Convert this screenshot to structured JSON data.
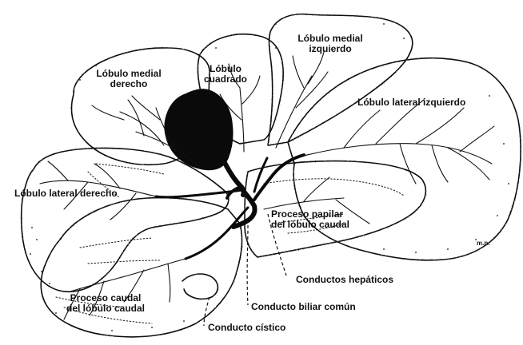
{
  "labels": {
    "medial_derecho": [
      "Lóbulo medial",
      "derecho"
    ],
    "cuadrado": [
      "Lóbulo",
      "cuadrado"
    ],
    "medial_izquierdo": [
      "Lóbulo medial",
      "izquierdo"
    ],
    "lateral_izquierdo": "Lóbulo lateral izquierdo",
    "lateral_derecho": "Lóbulo lateral derecho",
    "proceso_papilar": [
      "Proceso papilar",
      "del lóbulo caudal"
    ],
    "conductos_hepaticos": "Conductos hepáticos",
    "conducto_biliar": "Conducto biliar común",
    "proceso_caudal": [
      "Proceso caudal",
      "del lóbulo caudal"
    ],
    "conducto_cistico": "Conducto cístico",
    "signature": "m.n."
  },
  "colors": {
    "ink": "#111111",
    "paper": "#ffffff",
    "gallbladder": "#0a0a0a"
  }
}
